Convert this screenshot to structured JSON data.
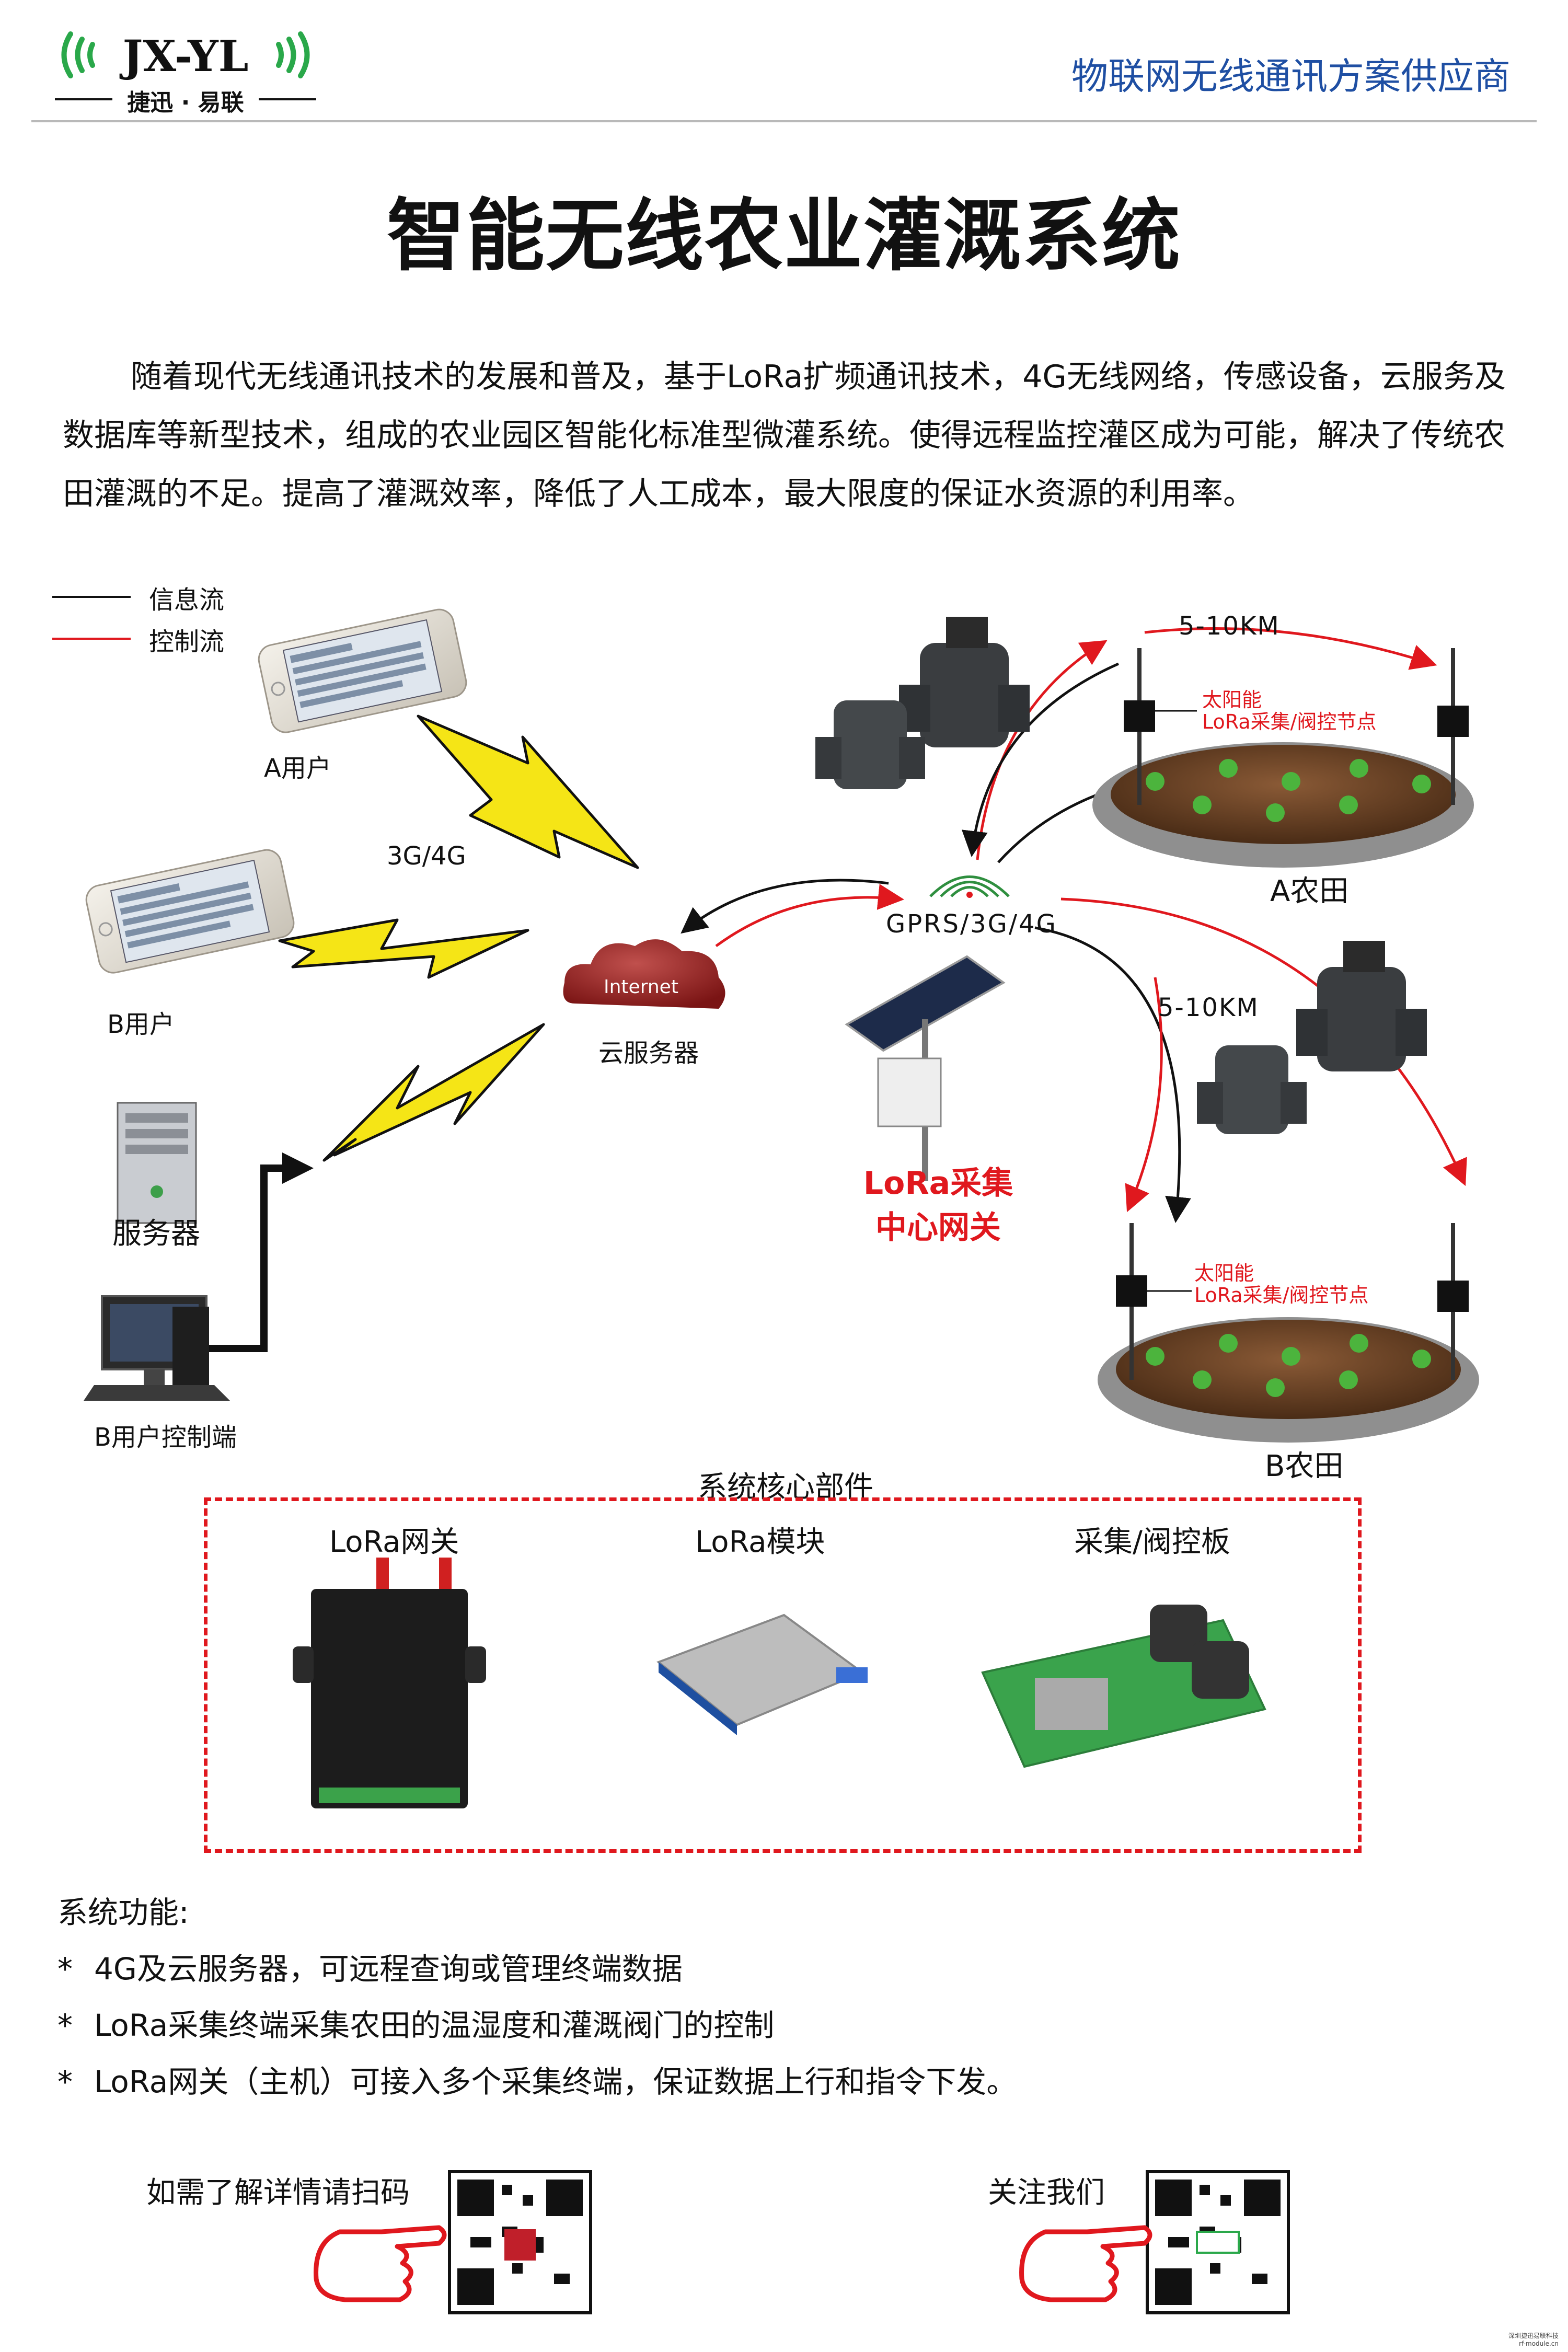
{
  "header": {
    "logo_text": "JX-YL",
    "logo_sub": "捷迅 · 易联",
    "tagline": "物联网无线通讯方案供应商"
  },
  "title": "智能无线农业灌溉系统",
  "intro": "随着现代无线通讯技术的发展和普及，基于LoRa扩频通讯技术，4G无线网络，传感设备，云服务及数据库等新型技术，组成的农业园区智能化标准型微灌系统。使得远程监控灌区成为可能，解决了传统农田灌溉的不足。提高了灌溉效率，降低了人工成本，最大限度的保证水资源的利用率。",
  "legend": {
    "info_flow": "信息流",
    "control_flow": "控制流",
    "info_color": "#111111",
    "control_color": "#e0181e"
  },
  "diagram": {
    "user_a": "A用户",
    "user_b": "B用户",
    "network": "3G/4G",
    "server": "服务器",
    "client": "B用户控制端",
    "cloud_text": "Internet",
    "cloud_label": "云服务器",
    "gprs": "GPRS/3G/4G",
    "gateway_label_1": "LoRa采集",
    "gateway_label_2": "中心网关",
    "distance_a": "5-10KM",
    "distance_b": "5-10KM",
    "node_a_1": "太阳能",
    "node_a_2": "LoRa采集/阀控节点",
    "node_b_1": "太阳能",
    "node_b_2": "LoRa采集/阀控节点",
    "farm_a": "A农田",
    "farm_b": "B农田"
  },
  "core": {
    "heading": "系统核心部件",
    "items": [
      "LoRa网关",
      "LoRa模块",
      "采集/阀控板"
    ]
  },
  "features": {
    "heading": "系统功能:",
    "items": [
      "4G及云服务器，可远程查询或管理终端数据",
      "LoRa采集终端采集农田的温湿度和灌溉阀门的控制",
      "LoRa网关（主机）可接入多个采集终端，保证数据上行和指令下发。"
    ]
  },
  "footer": {
    "scan_text": "如需了解详情请扫码",
    "follow_text": "关注我们",
    "tiny_1": "深圳捷迅易联科技",
    "tiny_2": "rf-module.cn"
  }
}
